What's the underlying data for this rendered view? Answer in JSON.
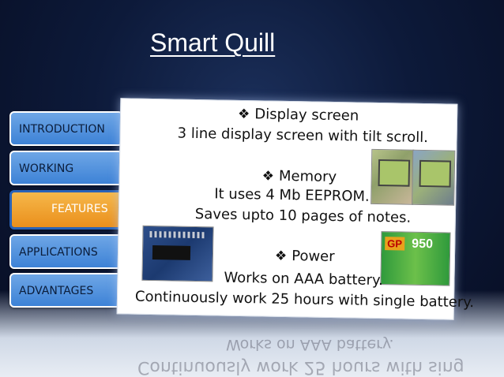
{
  "slide": {
    "title": "Smart Quill"
  },
  "nav": {
    "items": [
      {
        "label": "INTRODUCTION"
      },
      {
        "label": "WORKING"
      },
      {
        "label": "FEATURES"
      },
      {
        "label": "APPLICATIONS"
      },
      {
        "label": "ADVANTAGES"
      }
    ],
    "active_index": 2
  },
  "content": {
    "display_heading": "Display screen",
    "display_text": "3 line display screen with tilt scroll.",
    "memory_heading": "Memory",
    "memory_text_1": "It uses 4 Mb EEPROM.",
    "memory_text_2": "Saves upto 10 pages of notes.",
    "power_heading": "Power",
    "power_text_1": "Works on AAA battery.",
    "power_text_2": "Continuously work 25 hours with single battery."
  },
  "images": {
    "battery_brand": "GP",
    "battery_number": "950"
  },
  "colors": {
    "nav_default": "#3d82d6",
    "nav_active": "#ea8f1c",
    "background": "#0d1a3a"
  }
}
